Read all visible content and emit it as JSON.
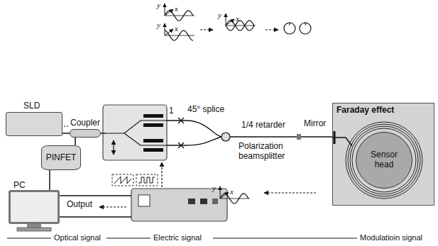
{
  "diagram": {
    "nodes": [
      {
        "text": [
          "SLD"
        ]
      },
      {
        "text": [
          "Coupler"
        ]
      },
      {
        "text": [
          "PINFET"
        ]
      },
      {
        "text": [
          "PC"
        ]
      },
      {
        "text": [
          "Faraday effect"
        ]
      },
      {
        "text": [
          "Sensor head"
        ],
        "in": 4
      }
    ],
    "edges": [
      {
        "from": 0,
        "to": 1,
        "arrow": "none"
      },
      {
        "from": 1,
        "to": 2,
        "arrow": "none"
      },
      {
        "from": 2,
        "to": 3,
        "arrow": "none"
      }
    ],
    "labels": [
      "1",
      "45° splice",
      "1/4 retarder",
      "Mirror",
      "Polarization beamsplitter",
      "Output",
      "y",
      "x",
      "y",
      "x",
      "y",
      "x",
      "y",
      "x"
    ],
    "legend": [
      {
        "text": "Optical signal"
      },
      {
        "text": "Electric signal"
      },
      {
        "text": "Modulatioin signal"
      }
    ]
  }
}
